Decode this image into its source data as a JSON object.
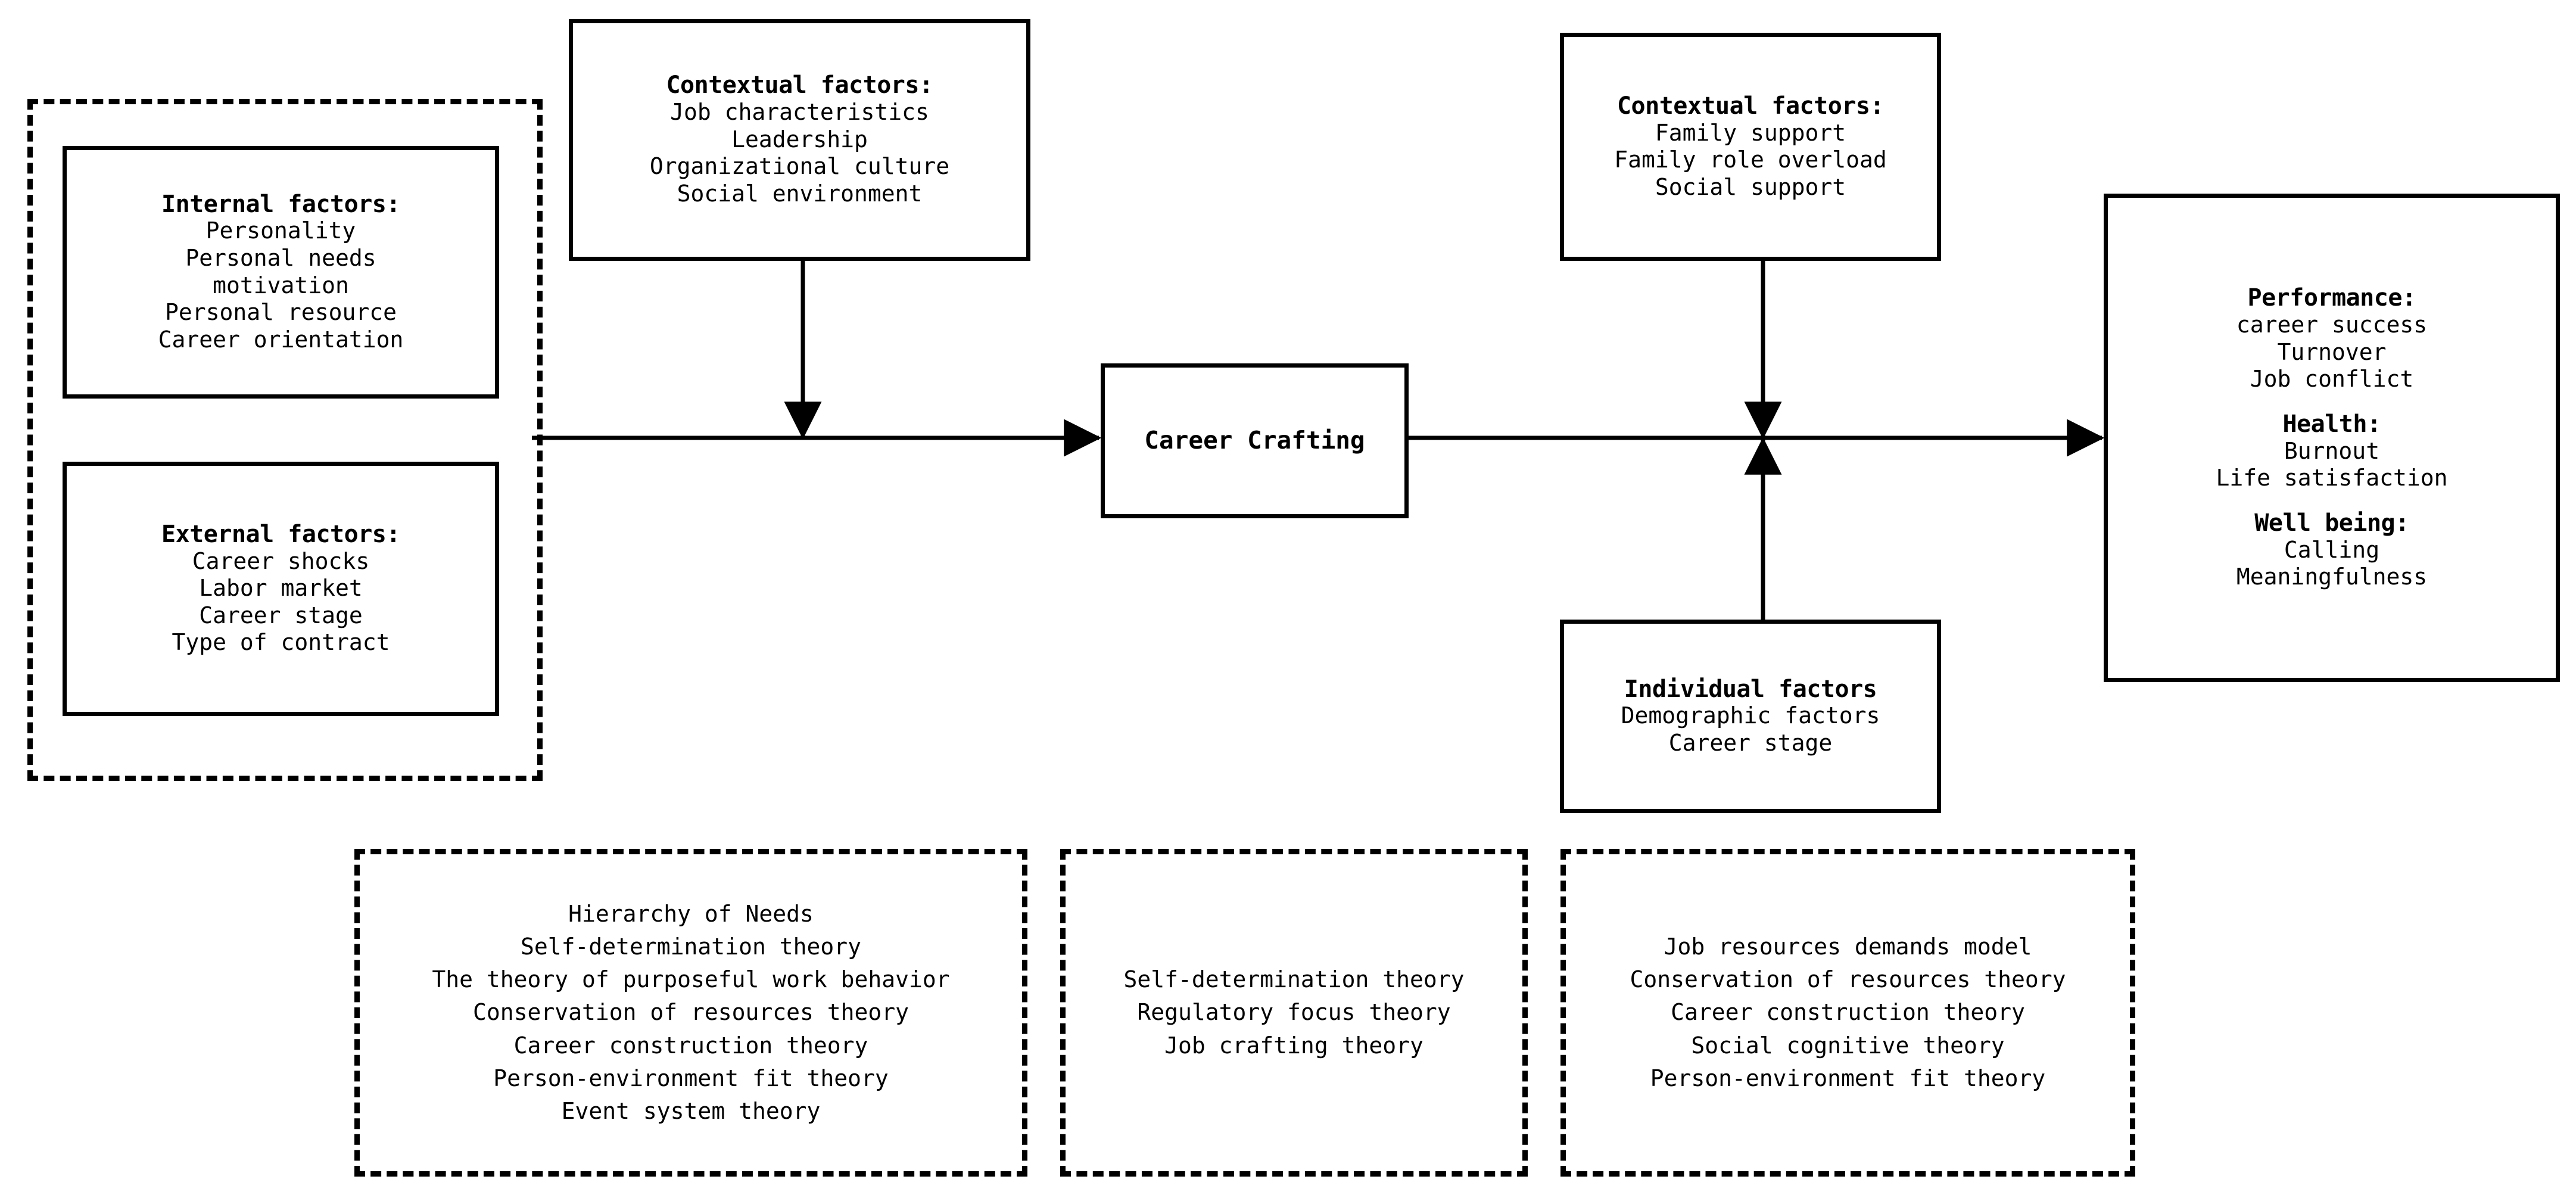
{
  "diagram": {
    "type": "conceptual-framework",
    "antecedent_group": {
      "internal": {
        "title": "Internal factors:",
        "items": [
          "Personality",
          "Personal needs",
          "motivation",
          "Personal resource",
          "Career orientation"
        ]
      },
      "external": {
        "title": "External factors:",
        "items": [
          "Career shocks",
          "Labor market",
          "Career stage",
          "Type of contract"
        ]
      }
    },
    "contextual_left": {
      "title": "Contextual factors:",
      "items": [
        "Job characteristics",
        "Leadership",
        "Organizational culture",
        "Social environment"
      ]
    },
    "contextual_right": {
      "title": "Contextual factors:",
      "items": [
        "Family support",
        "Family role overload",
        "Social support"
      ]
    },
    "individual": {
      "title": "Individual factors",
      "items": [
        "Demographic factors",
        "Career stage"
      ]
    },
    "center": {
      "label": "Career Crafting"
    },
    "outcomes": {
      "groups": [
        {
          "title": "Performance:",
          "items": [
            "career success",
            "Turnover",
            "Job conflict"
          ]
        },
        {
          "title": "Health:",
          "items": [
            "Burnout",
            "Life satisfaction"
          ]
        },
        {
          "title": "Well being:",
          "items": [
            "Calling",
            "Meaningfulness"
          ]
        }
      ]
    },
    "theory_boxes": [
      {
        "items": [
          "Hierarchy of Needs",
          "Self-determination theory",
          "The theory of purposeful work behavior",
          "Conservation of resources theory",
          "Career construction theory",
          "Person-environment fit theory",
          "Event system theory"
        ]
      },
      {
        "items": [
          "Self-determination theory",
          "Regulatory focus theory",
          "Job crafting theory"
        ]
      },
      {
        "items": [
          "Job resources demands model",
          "Conservation of resources theory",
          "Career construction theory",
          "Social cognitive theory",
          "Person-environment fit theory"
        ]
      }
    ],
    "colors": {
      "stroke": "#000000",
      "background": "#ffffff"
    }
  }
}
